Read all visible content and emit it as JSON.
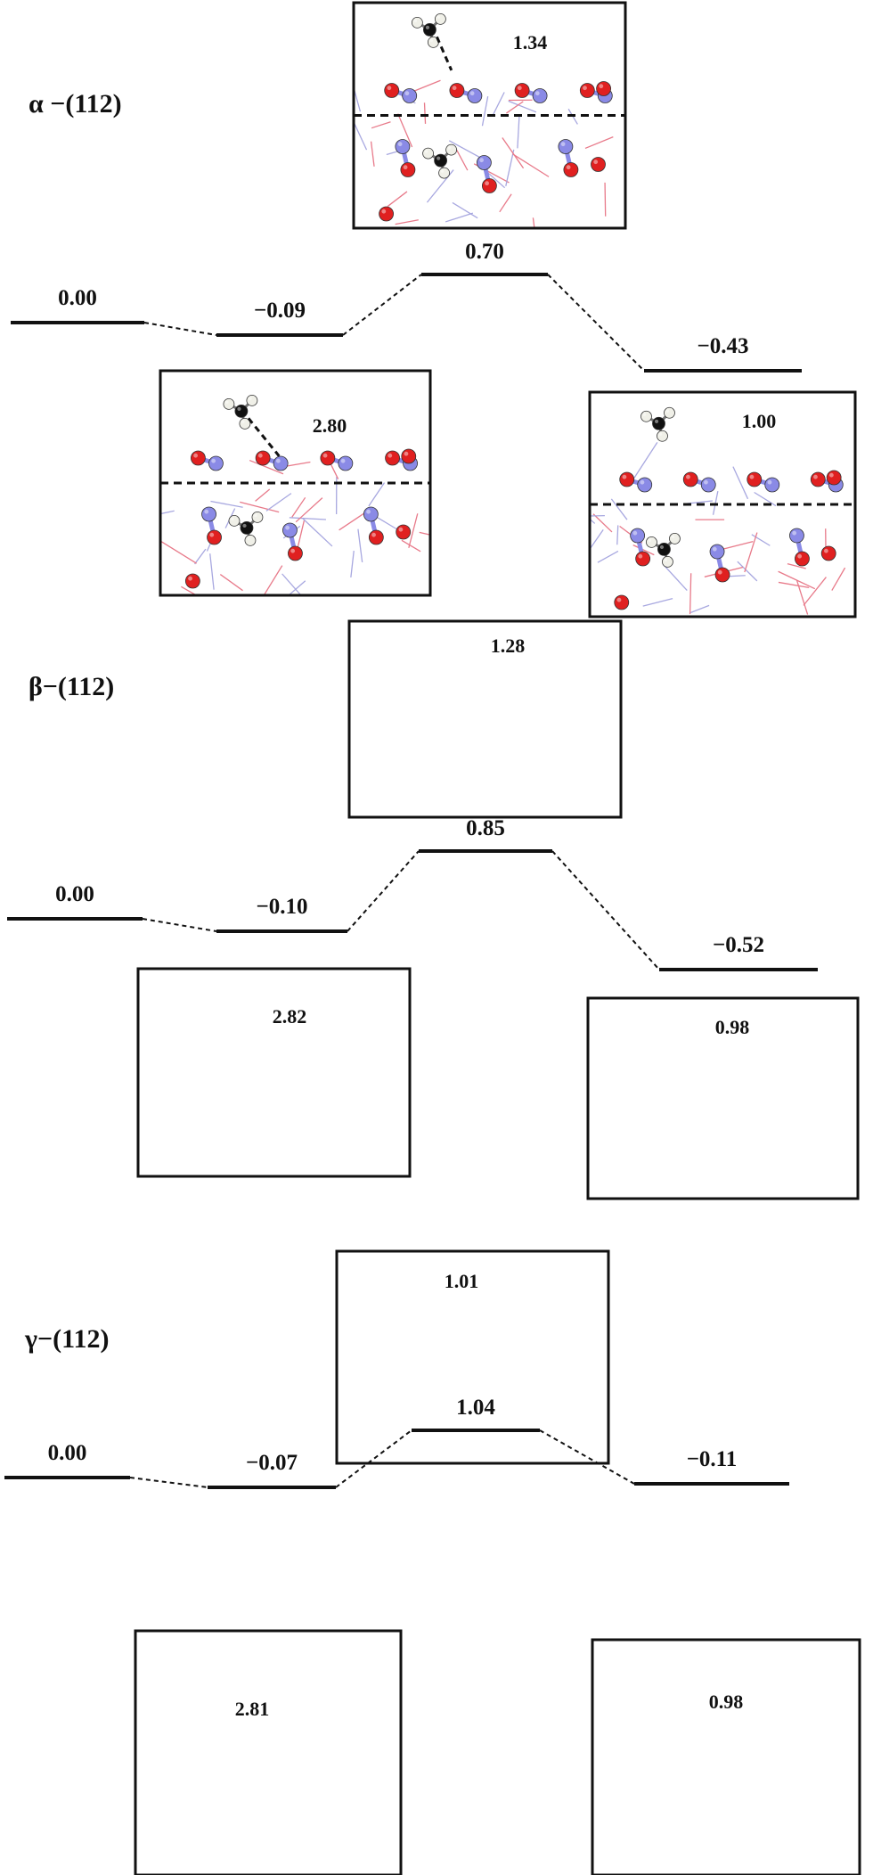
{
  "panels": [
    {
      "label": "α −(112)",
      "levels": [
        "0.00",
        "−0.09",
        "0.70",
        "−0.43"
      ],
      "distances": {
        "ts": "1.34",
        "is": "2.80",
        "fs": "1.00"
      }
    },
    {
      "label": "β−(112)",
      "levels": [
        "0.00",
        "−0.10",
        "0.85",
        "−0.52"
      ],
      "distances": {
        "ts": "1.28",
        "is": "2.82",
        "fs": "0.98"
      }
    },
    {
      "label": "γ−(112)",
      "levels": [
        "0.00",
        "−0.07",
        "1.04",
        "−0.11"
      ],
      "distances": {
        "ts": "1.01",
        "is": "2.81",
        "fs": "0.98"
      }
    }
  ],
  "colors": {
    "oxygen": "#e02020",
    "nitrogen": "#8a8ae6",
    "carbon": "#111111",
    "hydrogen": "#f0f0e8",
    "lattice_red": "#e87a8a",
    "lattice_blue": "#a8a8e0",
    "line": "#111111"
  }
}
